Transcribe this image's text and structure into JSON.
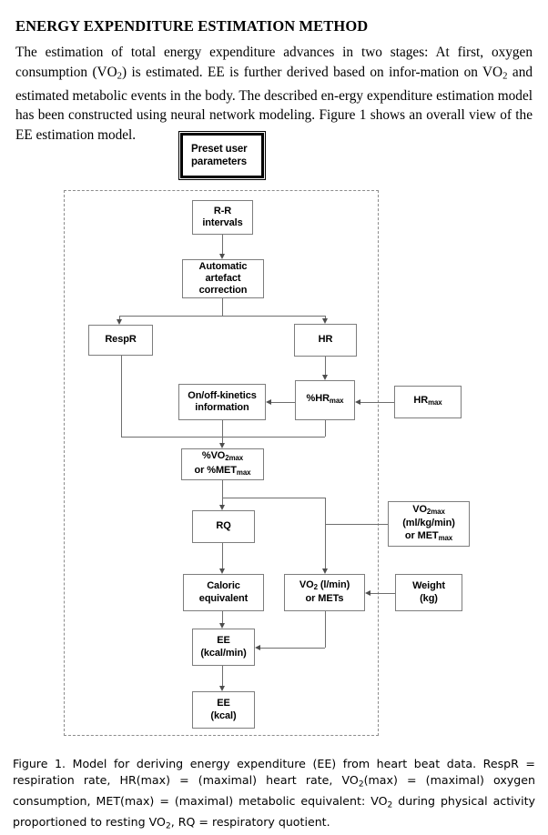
{
  "document": {
    "heading": "ENERGY EXPENDITURE ESTIMATION METHOD",
    "paragraph_html": "The estimation of total energy expenditure advances in two stages: At first, oxygen consumption (VO<sub>2</sub>) is estimated. EE is further derived based on infor-mation on VO<sub>2</sub> and estimated metabolic events in the body. The described en-ergy expenditure estimation model has been constructed using neural network modeling. Figure 1 shows an overall view of the EE estimation model.",
    "caption_html": "Figure 1. Model for deriving energy expenditure (EE) from heart beat data. RespR = respiration rate, HR(max) = (maximal) heart rate, VO<sub>2</sub>(max) = (maximal) oxygen consumption, MET(max) = (maximal) metabolic equivalent: VO<sub>2</sub> during physical activity proportioned to resting VO<sub>2</sub>, RQ = respiratory quotient."
  },
  "figure": {
    "label": "Figure 1",
    "type": "flowchart",
    "colors": {
      "node_border": "#7d7d7d",
      "preset_border": "#000000",
      "connector": "#6e6e6e",
      "dashed_region_border": "#8c8c8c",
      "background": "#ffffff"
    },
    "nodes": [
      {
        "id": "preset",
        "html": "Preset user<br>parameters",
        "outside_region": true
      },
      {
        "id": "rr",
        "html": "R-R<br>intervals"
      },
      {
        "id": "artefact",
        "html": "Automatic<br>artefact<br>correction"
      },
      {
        "id": "respr",
        "html": "RespR"
      },
      {
        "id": "hr",
        "html": "HR"
      },
      {
        "id": "kinetics",
        "html": "On/off-kinetics<br>information"
      },
      {
        "id": "pcthrmax",
        "html": "%HR<sub>max</sub>"
      },
      {
        "id": "hrmax",
        "html": "HR<sub>max</sub>",
        "outside_region": true
      },
      {
        "id": "pctvo2max",
        "html": "%VO<sub>2max</sub><br>or %MET<sub>max</sub>"
      },
      {
        "id": "rq",
        "html": "RQ"
      },
      {
        "id": "vo2max",
        "html": "VO<sub>2max</sub><br>(ml/kg/min)<br>or MET<sub>max</sub>",
        "outside_region": true
      },
      {
        "id": "caloric",
        "html": "Caloric<br>equivalent"
      },
      {
        "id": "vo2",
        "html": "VO<sub>2</sub> (l/min)<br>or METs"
      },
      {
        "id": "weight",
        "html": "Weight<br>(kg)",
        "outside_region": true
      },
      {
        "id": "eemin",
        "html": "EE<br>(kcal/min)"
      },
      {
        "id": "eekcal",
        "html": "EE<br>(kcal)"
      }
    ],
    "edges": [
      {
        "from": "rr",
        "to": "artefact"
      },
      {
        "from": "artefact",
        "to": "respr"
      },
      {
        "from": "artefact",
        "to": "hr"
      },
      {
        "from": "hr",
        "to": "pcthrmax"
      },
      {
        "from": "pcthrmax",
        "to": "kinetics"
      },
      {
        "from": "hrmax",
        "to": "pcthrmax"
      },
      {
        "from": "respr",
        "to": "pctvo2max"
      },
      {
        "from": "pcthrmax",
        "to": "pctvo2max"
      },
      {
        "from": "kinetics",
        "to": "pctvo2max"
      },
      {
        "from": "pctvo2max",
        "to": "rq"
      },
      {
        "from": "pctvo2max",
        "to": "vo2"
      },
      {
        "from": "vo2max",
        "to": "vo2"
      },
      {
        "from": "rq",
        "to": "caloric"
      },
      {
        "from": "weight",
        "to": "vo2"
      },
      {
        "from": "caloric",
        "to": "eemin"
      },
      {
        "from": "vo2",
        "to": "eemin"
      },
      {
        "from": "eemin",
        "to": "eekcal"
      }
    ]
  }
}
